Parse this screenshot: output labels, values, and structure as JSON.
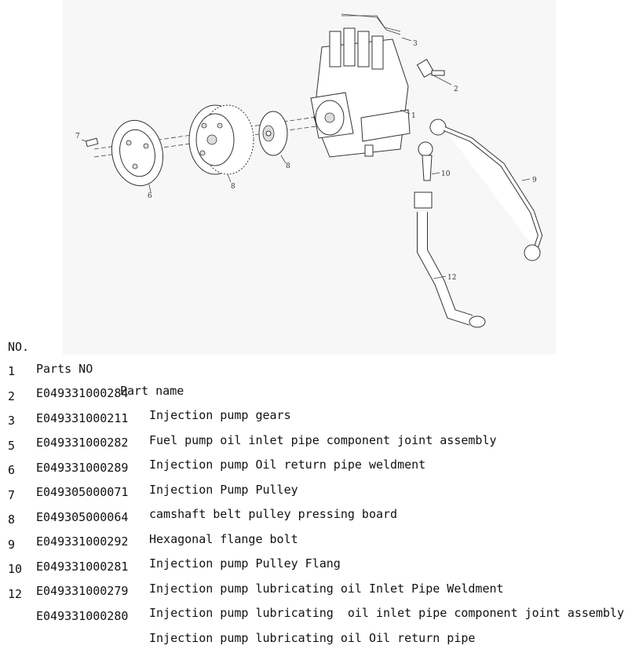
{
  "header": {
    "no": "NO.",
    "parts_no": "Parts NO",
    "part_name": "Part name"
  },
  "rows": [
    {
      "no": "1",
      "parts_no": "E049331000284",
      "name": "Injection pump gears"
    },
    {
      "no": "2",
      "parts_no": "E049331000211",
      "name": "Fuel pump oil inlet pipe component joint assembly"
    },
    {
      "no": "3",
      "parts_no": "E049331000282",
      "name": "Injection pump Oil return pipe weldment"
    },
    {
      "no": "5",
      "parts_no": "E049331000289",
      "name": "Injection Pump Pulley"
    },
    {
      "no": "6",
      "parts_no": "E049305000071",
      "name": "camshaft belt pulley pressing board"
    },
    {
      "no": "7",
      "parts_no": "E049305000064",
      "name": "Hexagonal flange bolt"
    },
    {
      "no": "8",
      "parts_no": "E049331000292",
      "name": "Injection pump Pulley Flang"
    },
    {
      "no": "9",
      "parts_no": "E049331000281",
      "name": "Injection pump lubricating oil Inlet Pipe Weldment"
    },
    {
      "no": "10",
      "parts_no": "E049331000279",
      "name": "Injection pump lubricating  oil inlet pipe component joint assembly"
    },
    {
      "no": "12",
      "parts_no": "E049331000280",
      "name": "Injection pump lubricating oil Oil return pipe"
    }
  ],
  "diagram": {
    "callouts": {
      "c1": "1",
      "c2": "2",
      "c3": "3",
      "c6": "6",
      "c7": "7",
      "c8a": "8",
      "c8b": "8",
      "c9": "9",
      "c10": "10",
      "c12": "12"
    }
  }
}
